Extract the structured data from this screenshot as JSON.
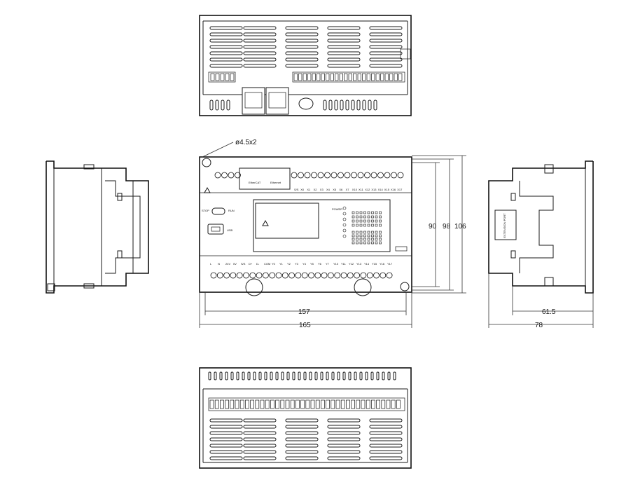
{
  "dimensions": {
    "hole": "ø4.5x2",
    "width_inner": "157",
    "width_outer": "165",
    "height_1": "90",
    "height_2": "98",
    "height_3": "106",
    "depth_inner": "61.5",
    "depth_outer": "78"
  },
  "front_labels": {
    "ethercat": "EtherCAT",
    "ethernet": "Ethernet",
    "stop": "STOP",
    "run": "RUN",
    "usb": "USB",
    "power": "POWER",
    "ext_port": "EXTENSION PORT"
  },
  "top_terminal_labels": [
    "S/S",
    "X0",
    "X1",
    "X2",
    "X3",
    "X4",
    "X5",
    "X6",
    "X7",
    "X10",
    "X11",
    "X12",
    "X13",
    "X14",
    "X15",
    "X16",
    "X17"
  ],
  "bottom_terminal_labels": [
    "L",
    "N",
    "24V",
    "0V",
    "S/S",
    "D+",
    "D-",
    "COM",
    "Y0",
    "Y1",
    "Y2",
    "Y3",
    "Y4",
    "Y5",
    "Y6",
    "Y7",
    "Y10",
    "Y11",
    "Y12",
    "Y13",
    "Y14",
    "Y15",
    "Y16",
    "Y17"
  ],
  "colors": {
    "line": "#1a1a1a",
    "background": "#ffffff"
  }
}
